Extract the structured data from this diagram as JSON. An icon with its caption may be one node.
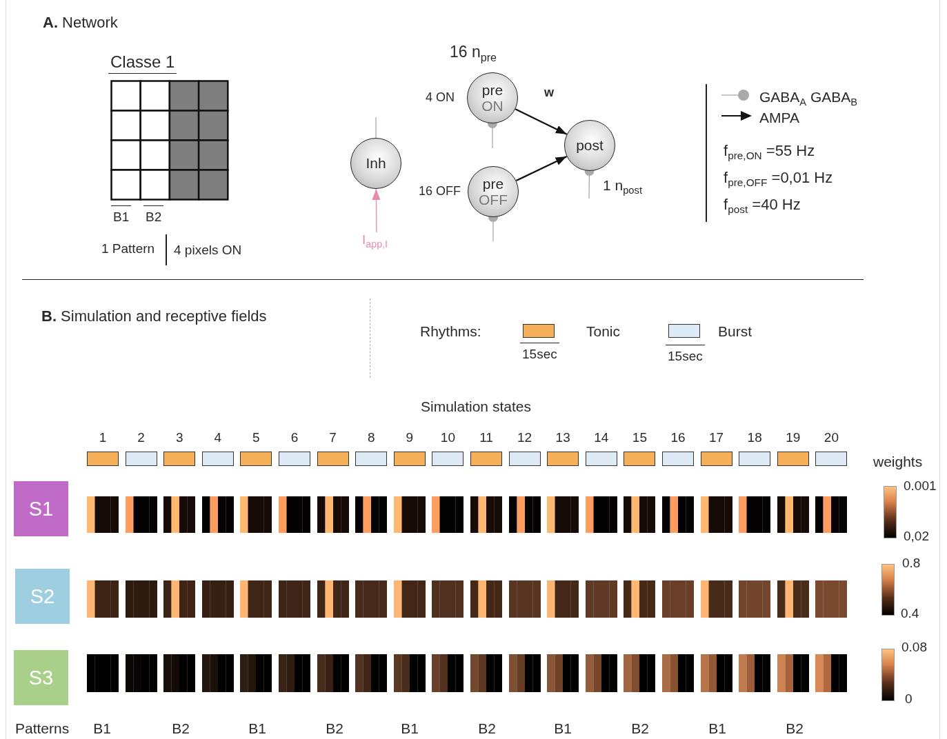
{
  "diagram": {
    "nodes": [
      {
        "text": [
          "Inh"
        ]
      },
      {
        "text": [
          "pre",
          "ON"
        ],
        "beside": [
          "4 ON"
        ]
      },
      {
        "text": [
          "post"
        ],
        "beside": [
          "1 n$_{post}$"
        ]
      },
      {
        "text": [
          "pre",
          "OFF"
        ],
        "beside": [
          "16 OFF"
        ]
      },
      {
        "text": [
          "I$_{app,I}$"
        ]
      },
      {
        "text": [
          "S1"
        ]
      },
      {
        "text": [
          "S2"
        ]
      },
      {
        "text": [
          "S3"
        ]
      }
    ],
    "edges": [
      {
        "from": 1,
        "to": 2,
        "arrow": "to",
        "color": "#111111"
      },
      {
        "from": 3,
        "to": 2,
        "arrow": "to",
        "color": "#111111"
      },
      {
        "from": 4,
        "to": 0,
        "arrow": "to",
        "color": "#e68aae"
      },
      {
        "from": 0,
        "to": null,
        "arrow": "none"
      },
      {
        "from": null,
        "to": 1,
        "arrow": "other"
      },
      {
        "from": null,
        "to": 2,
        "arrow": "other"
      },
      {
        "from": null,
        "to": 3,
        "arrow": "other"
      }
    ],
    "labels": [
      "**A.** Network",
      "Classe 1",
      "B1",
      "B2",
      "1 Pattern",
      "4 pixels ON",
      "16 n$_{pre}$",
      "w",
      "f$_{pre,ON}$ =55 Hz",
      "f$_{pre,OFF}$ =0,01 Hz",
      "f$_{post}$ =40 Hz",
      "**B.** Simulation and receptive fields",
      "Rhythms:",
      "15sec",
      "15sec",
      "Simulation states",
      "1",
      "2",
      "3",
      "4",
      "5",
      "6",
      "7",
      "8",
      "9",
      "10",
      "11",
      "12",
      "13",
      "14",
      "15",
      "16",
      "17",
      "18",
      "19",
      "20",
      "weights",
      "0.001",
      "0,02",
      "0.8",
      "0.4",
      "0.08",
      "0",
      "Patterns",
      "B1",
      "B2",
      "B1",
      "B2",
      "B1",
      "B2",
      "B1",
      "B2",
      "B1",
      "B2"
    ],
    "legend": [
      {
        "text": "GABA$_{A}$ GABA$_{B}$"
      },
      {
        "text": "AMPA"
      },
      {
        "text": "Tonic",
        "color": "#f6b05a"
      },
      {
        "text": "Burst",
        "color": "#dde9f5"
      }
    ]
  }
}
